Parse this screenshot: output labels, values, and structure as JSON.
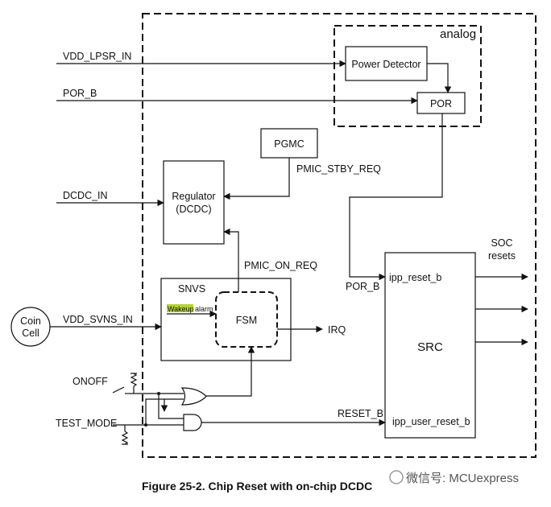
{
  "diagram": {
    "regions": {
      "analog": "analog"
    },
    "blocks": {
      "power_detector": "Power Detector",
      "por": "POR",
      "pgmc": "PGMC",
      "regulator_line1": "Regulator",
      "regulator_line2": "(DCDC)",
      "snvs": "SNVS",
      "fsm": "FSM",
      "src": "SRC",
      "coin_cell_line1": "Coin",
      "coin_cell_line2": "Cell"
    },
    "signals": {
      "vdd_lpsr_in": "VDD_LPSR_IN",
      "por_b_in": "POR_B",
      "dcdc_in": "DCDC_IN",
      "vdd_svns_in": "VDD_SVNS_IN",
      "onoff": "ONOFF",
      "test_mode": "TEST_MODE",
      "pmic_stby_req": "PMIC_STBY_REQ",
      "pmic_on_req": "PMIC_ON_REQ",
      "por_b_src": "POR_B",
      "reset_b": "RESET_B",
      "irq": "IRQ",
      "wakeup": "Wakeup",
      "alarm": "alarm",
      "ipp_reset_b": "ipp_reset_b",
      "ipp_user_reset_b": "ipp_user_reset_b",
      "soc_line1": "SOC",
      "soc_line2": "resets"
    },
    "caption": "Figure 25-2. Chip Reset with on-chip DCDC",
    "watermark": "微信号: MCUexpress",
    "colors": {
      "line": "#111111",
      "highlight": "#b5d334"
    }
  }
}
